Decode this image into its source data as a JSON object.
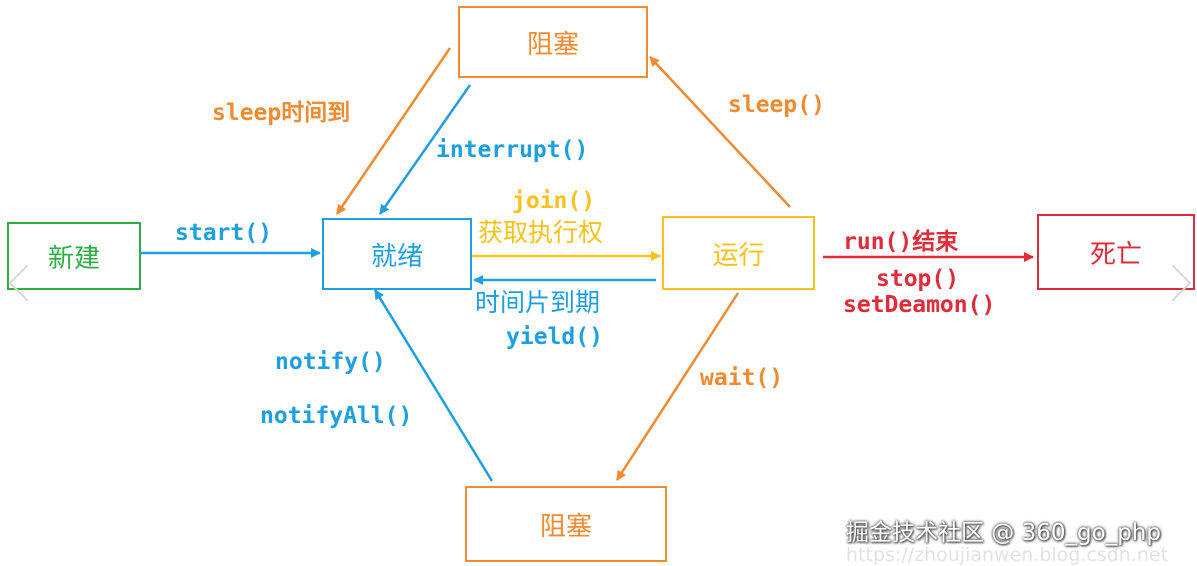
{
  "states": {
    "new": "新建",
    "ready": "就绪",
    "running": "运行",
    "blocked_top": "阻塞",
    "blocked_bottom": "阻塞",
    "dead": "死亡"
  },
  "transitions": {
    "start": "start()",
    "sleep_timeout": "sleep时间到",
    "interrupt": "interrupt()",
    "sleep": "sleep()",
    "join": "join()",
    "get_exec": "获取执行权",
    "timeslice": "时间片到期",
    "yield": "yield()",
    "run_end": "run()结束",
    "stop": "stop()",
    "set_daemon": "setDeamon()",
    "notify": "notify()",
    "notify_all": "notifyAll()",
    "wait": "wait()"
  },
  "watermark": {
    "main": "掘金技术社区 @ 360_go_php",
    "url": "https://zhoujianwen.blog.csdn.net"
  },
  "colors": {
    "green": "#2eae45",
    "blue": "#1e9fe0",
    "orange": "#f28a30",
    "yellow": "#f7c21a",
    "red": "#e02b38"
  }
}
